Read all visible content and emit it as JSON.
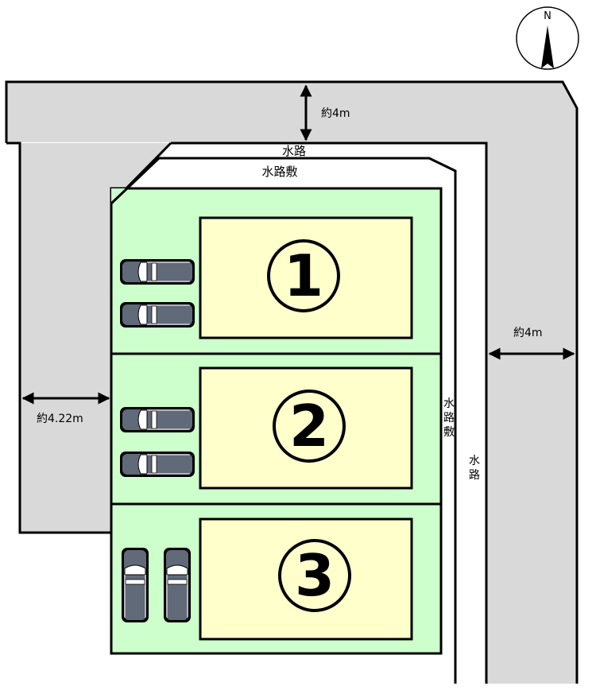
{
  "compass": {
    "label": "N"
  },
  "labels": {
    "road_north_width": "約4m",
    "road_east_width": "約4m",
    "road_west_width": "約4.22m",
    "waterway_top": "水路",
    "waterway_land_top": "水路敷",
    "waterway_land_vertical": [
      "水",
      "路",
      "敷"
    ],
    "waterway_vertical": [
      "水",
      "路"
    ]
  },
  "lots": [
    {
      "number": "1",
      "parking": "2 cars"
    },
    {
      "number": "2",
      "parking": "2 cars"
    },
    {
      "number": "3",
      "parking": "2 cars"
    }
  ],
  "colors": {
    "road": "#d9d9d9",
    "lot_green": "#ccffcc",
    "building_yellow": "#ffffcc",
    "car_body": "#606a78",
    "line": "#000000"
  }
}
